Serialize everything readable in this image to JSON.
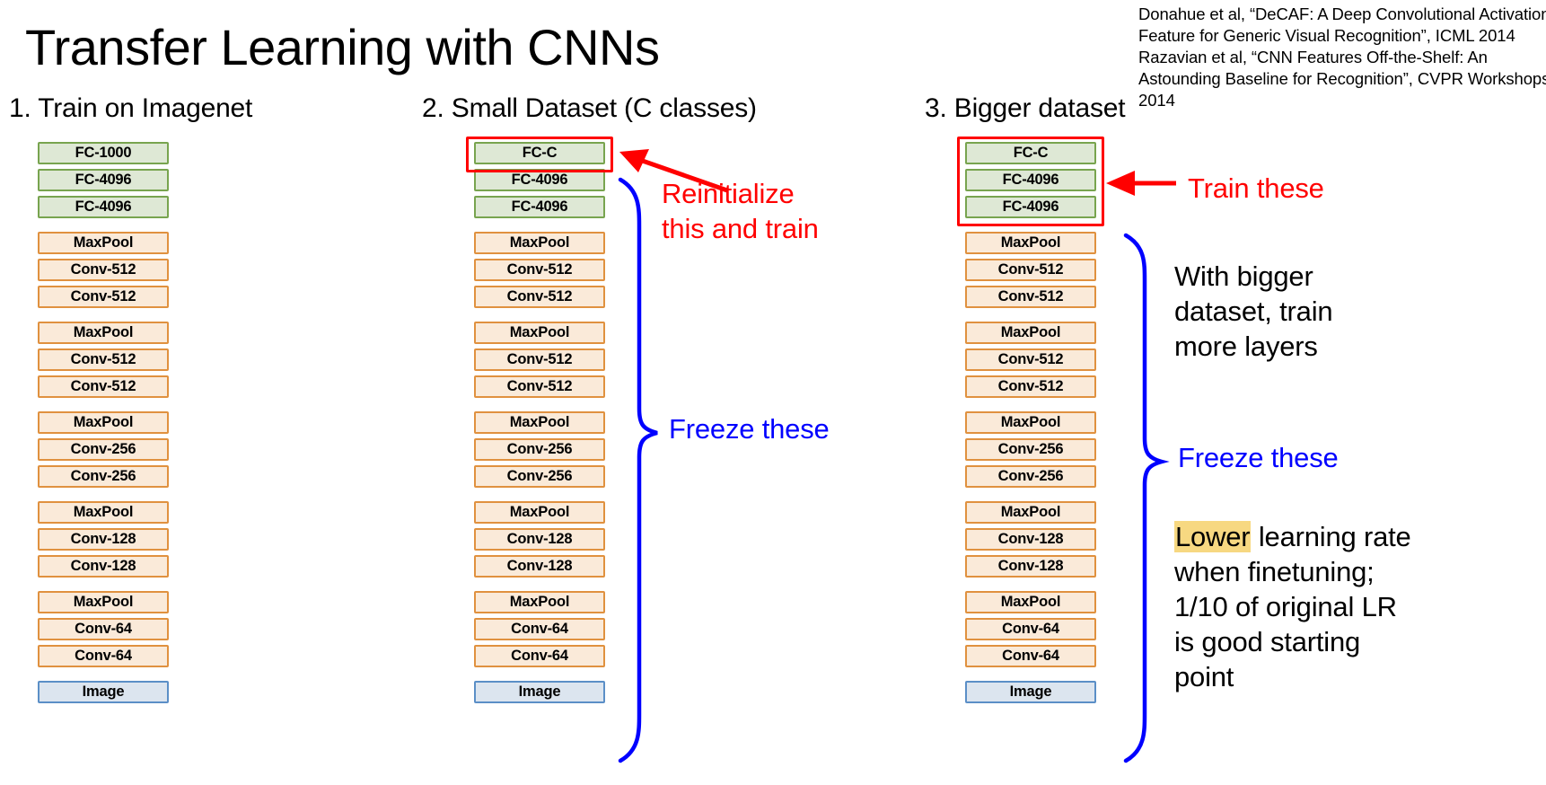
{
  "slide": {
    "title": "Transfer Learning with CNNs",
    "citation_lines": [
      "Donahue et al, “DeCAF: A Deep Convolutional Activation",
      "Feature for Generic Visual Recognition”, ICML 2014",
      "Razavian et al, “CNN Features Off-the-Shelf: An",
      "Astounding Baseline for Recognition”, CVPR Workshops",
      "2014"
    ]
  },
  "colors": {
    "fc_border": "#78A44F",
    "fc_fill": "#DEE8D5",
    "conv_border": "#E0913F",
    "conv_fill": "#FAEAD9",
    "image_border": "#5B8FC7",
    "image_fill": "#DCE5EF",
    "red_accent": "#FF0000",
    "blue_accent": "#0000FF",
    "highlight_yellow": "#F7D881"
  },
  "columns": [
    {
      "heading": "1. Train on Imagenet",
      "layers": [
        {
          "label": "FC-1000",
          "kind": "fc",
          "gap": false
        },
        {
          "label": "FC-4096",
          "kind": "fc",
          "gap": false
        },
        {
          "label": "FC-4096",
          "kind": "fc",
          "gap": true
        },
        {
          "label": "MaxPool",
          "kind": "conv",
          "gap": false
        },
        {
          "label": "Conv-512",
          "kind": "conv",
          "gap": false
        },
        {
          "label": "Conv-512",
          "kind": "conv",
          "gap": true
        },
        {
          "label": "MaxPool",
          "kind": "conv",
          "gap": false
        },
        {
          "label": "Conv-512",
          "kind": "conv",
          "gap": false
        },
        {
          "label": "Conv-512",
          "kind": "conv",
          "gap": true
        },
        {
          "label": "MaxPool",
          "kind": "conv",
          "gap": false
        },
        {
          "label": "Conv-256",
          "kind": "conv",
          "gap": false
        },
        {
          "label": "Conv-256",
          "kind": "conv",
          "gap": true
        },
        {
          "label": "MaxPool",
          "kind": "conv",
          "gap": false
        },
        {
          "label": "Conv-128",
          "kind": "conv",
          "gap": false
        },
        {
          "label": "Conv-128",
          "kind": "conv",
          "gap": true
        },
        {
          "label": "MaxPool",
          "kind": "conv",
          "gap": false
        },
        {
          "label": "Conv-64",
          "kind": "conv",
          "gap": false
        },
        {
          "label": "Conv-64",
          "kind": "conv",
          "gap": true
        },
        {
          "label": "Image",
          "kind": "image",
          "gap": false
        }
      ]
    },
    {
      "heading": "2. Small Dataset (C classes)",
      "layers": [
        {
          "label": "FC-C",
          "kind": "fc",
          "gap": false
        },
        {
          "label": "FC-4096",
          "kind": "fc",
          "gap": false
        },
        {
          "label": "FC-4096",
          "kind": "fc",
          "gap": true
        },
        {
          "label": "MaxPool",
          "kind": "conv",
          "gap": false
        },
        {
          "label": "Conv-512",
          "kind": "conv",
          "gap": false
        },
        {
          "label": "Conv-512",
          "kind": "conv",
          "gap": true
        },
        {
          "label": "MaxPool",
          "kind": "conv",
          "gap": false
        },
        {
          "label": "Conv-512",
          "kind": "conv",
          "gap": false
        },
        {
          "label": "Conv-512",
          "kind": "conv",
          "gap": true
        },
        {
          "label": "MaxPool",
          "kind": "conv",
          "gap": false
        },
        {
          "label": "Conv-256",
          "kind": "conv",
          "gap": false
        },
        {
          "label": "Conv-256",
          "kind": "conv",
          "gap": true
        },
        {
          "label": "MaxPool",
          "kind": "conv",
          "gap": false
        },
        {
          "label": "Conv-128",
          "kind": "conv",
          "gap": false
        },
        {
          "label": "Conv-128",
          "kind": "conv",
          "gap": true
        },
        {
          "label": "MaxPool",
          "kind": "conv",
          "gap": false
        },
        {
          "label": "Conv-64",
          "kind": "conv",
          "gap": false
        },
        {
          "label": "Conv-64",
          "kind": "conv",
          "gap": true
        },
        {
          "label": "Image",
          "kind": "image",
          "gap": false
        }
      ]
    },
    {
      "heading": "3. Bigger dataset",
      "layers": [
        {
          "label": "FC-C",
          "kind": "fc",
          "gap": false
        },
        {
          "label": "FC-4096",
          "kind": "fc",
          "gap": false
        },
        {
          "label": "FC-4096",
          "kind": "fc",
          "gap": true
        },
        {
          "label": "MaxPool",
          "kind": "conv",
          "gap": false
        },
        {
          "label": "Conv-512",
          "kind": "conv",
          "gap": false
        },
        {
          "label": "Conv-512",
          "kind": "conv",
          "gap": true
        },
        {
          "label": "MaxPool",
          "kind": "conv",
          "gap": false
        },
        {
          "label": "Conv-512",
          "kind": "conv",
          "gap": false
        },
        {
          "label": "Conv-512",
          "kind": "conv",
          "gap": true
        },
        {
          "label": "MaxPool",
          "kind": "conv",
          "gap": false
        },
        {
          "label": "Conv-256",
          "kind": "conv",
          "gap": false
        },
        {
          "label": "Conv-256",
          "kind": "conv",
          "gap": true
        },
        {
          "label": "MaxPool",
          "kind": "conv",
          "gap": false
        },
        {
          "label": "Conv-128",
          "kind": "conv",
          "gap": false
        },
        {
          "label": "Conv-128",
          "kind": "conv",
          "gap": true
        },
        {
          "label": "MaxPool",
          "kind": "conv",
          "gap": false
        },
        {
          "label": "Conv-64",
          "kind": "conv",
          "gap": false
        },
        {
          "label": "Conv-64",
          "kind": "conv",
          "gap": true
        },
        {
          "label": "Image",
          "kind": "image",
          "gap": false
        }
      ]
    }
  ],
  "annotations": {
    "reinitialize": "Reinitialize\nthis and train",
    "freeze_col2": "Freeze these",
    "train_these": "Train these",
    "with_bigger": "With bigger\ndataset, train\nmore layers",
    "freeze_col3": "Freeze these",
    "lower_lr_highlight": "Lower",
    "lower_lr_rest": " learning rate\nwhen finetuning;\n1/10 of original LR\nis good starting\npoint"
  }
}
